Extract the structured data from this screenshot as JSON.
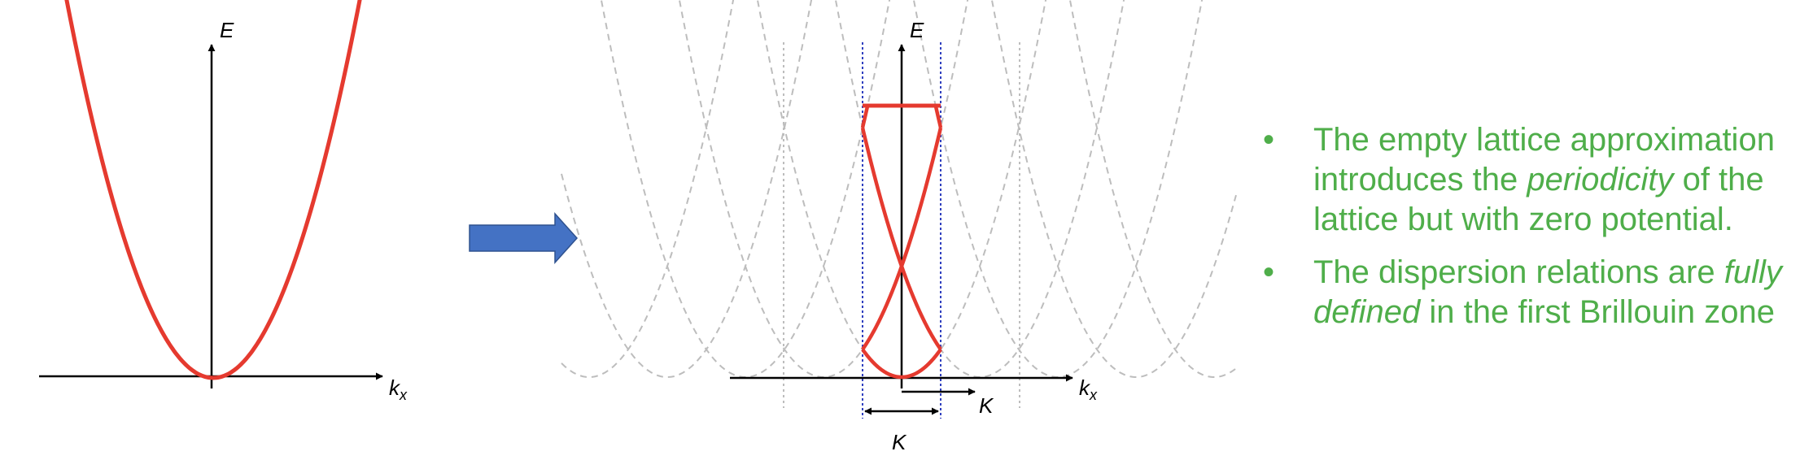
{
  "diagram": {
    "left_plot": {
      "y_axis_label": "E",
      "x_axis_label": "k",
      "x_axis_subscript": "x",
      "curve_color": "#e53a2f"
    },
    "transform_arrow": {
      "color": "#4472c4"
    },
    "right_plot": {
      "y_axis_label": "E",
      "x_axis_label": "k",
      "x_axis_subscript": "x",
      "vector_label": "K",
      "zone_width_label": "K",
      "curve_color": "#e53a2f",
      "replica_color": "#bdbdbd",
      "zone_boundary_color": "#2f3fbf"
    }
  },
  "bullets": [
    {
      "marker": "•",
      "parts": [
        "The empty lattice approximation introduces the ",
        "periodicity",
        " of the lattice but with zero potential."
      ]
    },
    {
      "marker": "•",
      "parts": [
        "The dispersion relations are ",
        "fully defined",
        " in the first Brillouin zone"
      ]
    }
  ],
  "colors": {
    "text_green": "#4fae4a"
  }
}
